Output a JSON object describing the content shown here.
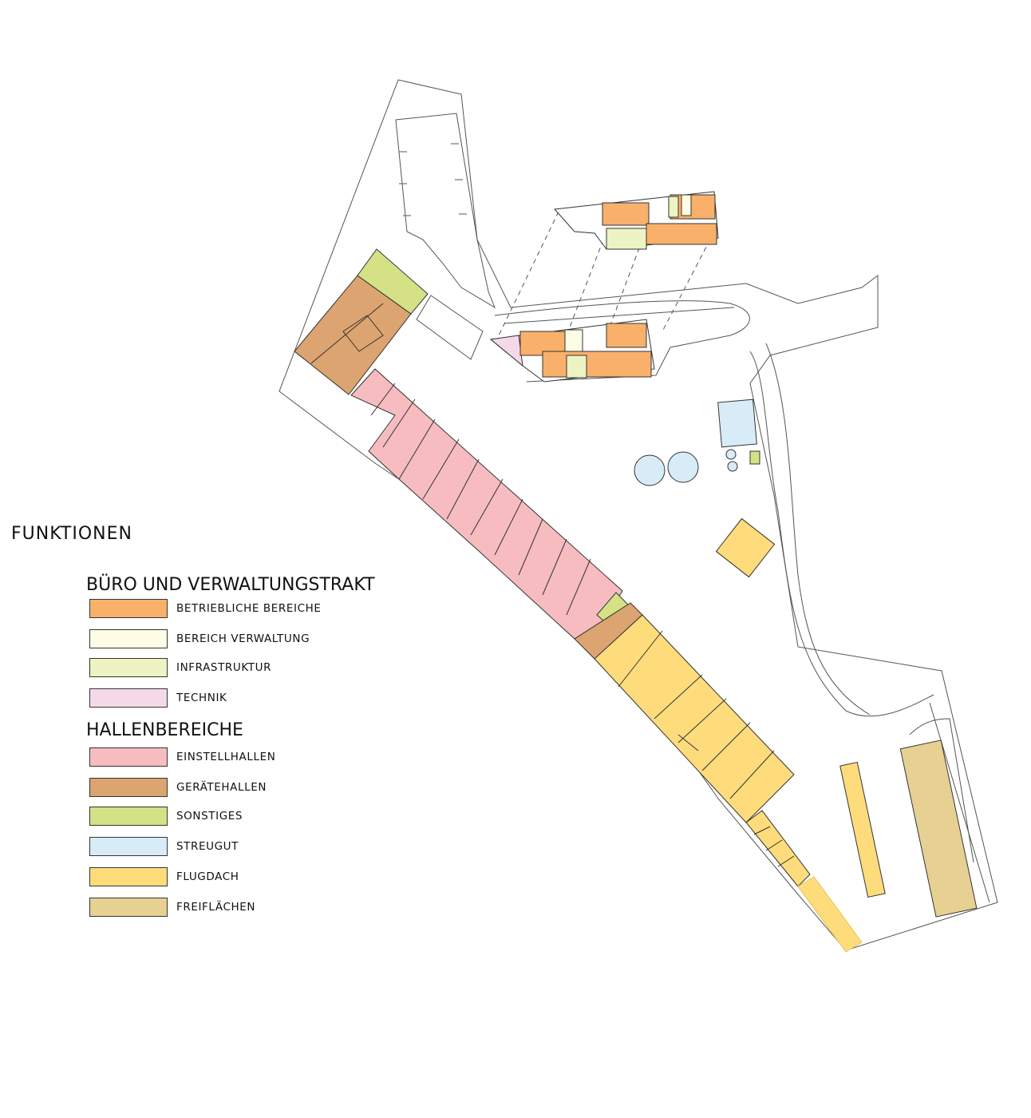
{
  "heading": "FUNKTIONEN",
  "groups": [
    {
      "title": "BÜRO UND VERWALTUNGSTRAKT",
      "items": [
        {
          "label": "BETRIEBLICHE BEREICHE",
          "color": "#f9b06a"
        },
        {
          "label": "BEREICH VERWALTUNG",
          "color": "#fdfde6"
        },
        {
          "label": "INFRASTRUKTUR",
          "color": "#edf3c2"
        },
        {
          "label": "TECHNIK",
          "color": "#f5d9e8"
        }
      ]
    },
    {
      "title": "HALLENBEREICHE",
      "items": [
        {
          "label": "EINSTELLHALLEN",
          "color": "#f6bcc0"
        },
        {
          "label": "GERÄTEHALLEN",
          "color": "#dca470"
        },
        {
          "label": "SONSTIGES",
          "color": "#d4e285"
        },
        {
          "label": "STREUGUT",
          "color": "#d7ecf6"
        },
        {
          "label": "FLUGDACH",
          "color": "#fedc7c"
        },
        {
          "label": "FREIFLÄCHEN",
          "color": "#e6d193"
        }
      ]
    }
  ]
}
